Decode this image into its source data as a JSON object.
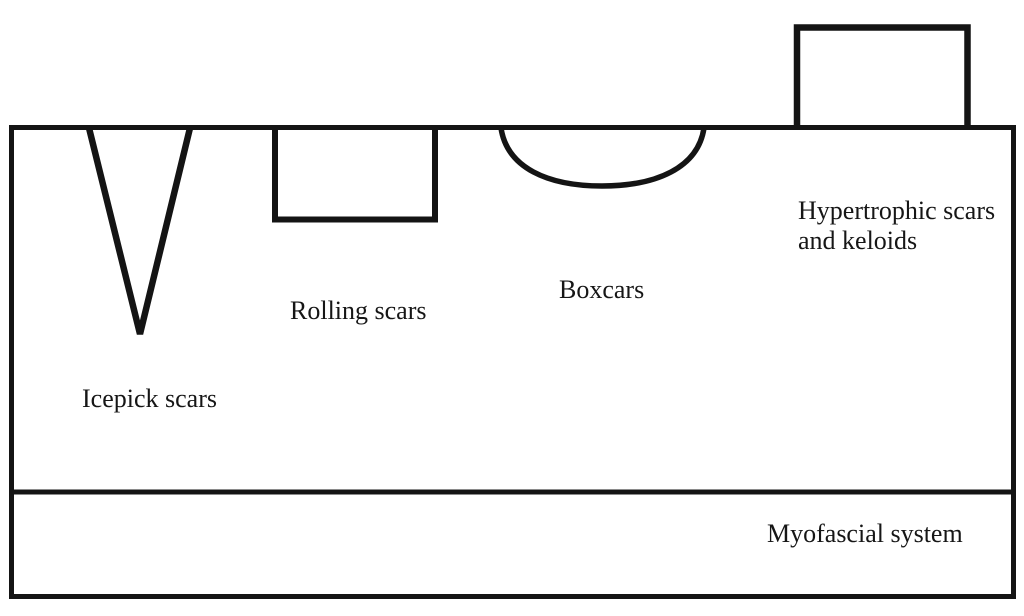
{
  "figure": {
    "description": "Cross-section diagram of scar types in skin over the myofascial system",
    "colors": {
      "background": "#ffffff",
      "stroke": "#141414",
      "text": "#161616"
    },
    "labels": {
      "icepick": "Icepick scars",
      "rolling": "Rolling scars",
      "boxcars": "Boxcars",
      "hypertrophic": "Hypertrophic scars and keloids",
      "myofascial": "Myofascial system"
    },
    "shapes": [
      "skin-block-outline",
      "myofascial-divider-line",
      "icepick-scar-v-notch",
      "rolling-scar-rect-depression",
      "boxcar-scar-bowl-depression",
      "hypertrophic-scar-raised-rect"
    ]
  }
}
